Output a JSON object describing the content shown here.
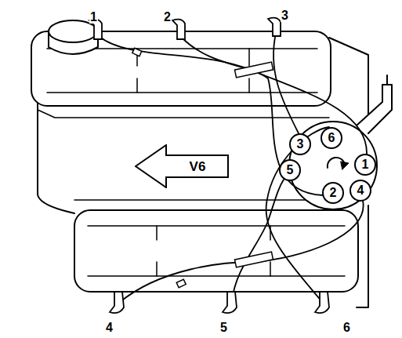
{
  "diagram": {
    "nodes": [
      {
        "text": [
          "V6"
        ]
      },
      {
        "text": [
          "3"
        ]
      },
      {
        "text": [
          "6"
        ]
      },
      {
        "text": [
          "5"
        ]
      },
      {
        "text": [
          "1"
        ]
      },
      {
        "text": [
          "2"
        ]
      },
      {
        "text": [
          "4"
        ]
      }
    ],
    "labels": [
      "1",
      "2",
      "3",
      "4",
      "5",
      "6"
    ]
  }
}
